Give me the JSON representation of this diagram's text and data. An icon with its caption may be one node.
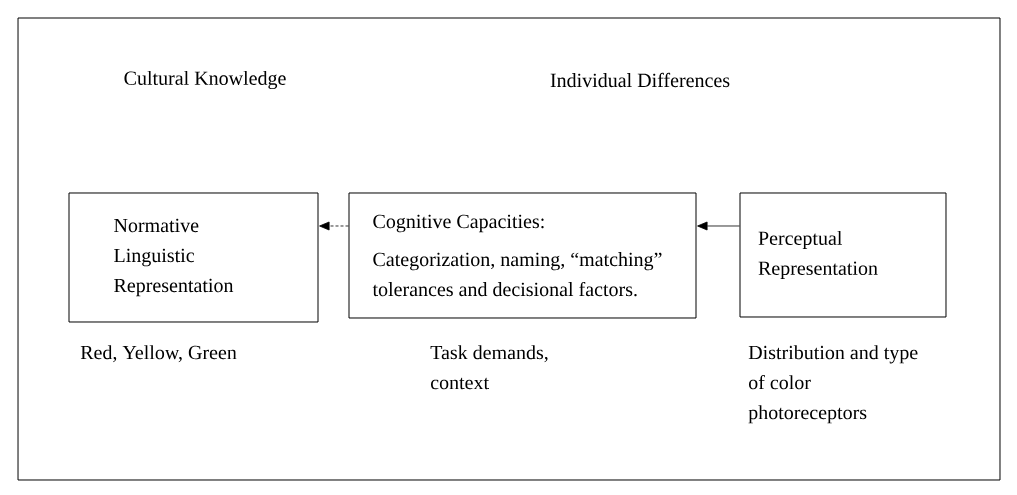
{
  "diagram": {
    "nodes": [
      {
        "text": [
          "Normative Linguistic Representation"
        ],
        "beside": [
          "Red, Yellow, Green"
        ]
      },
      {
        "text": [
          "Cognitive Capacities:",
          "Categorization, naming, “matching” tolerances and decisional factors."
        ],
        "beside": [
          "Task demands, context"
        ]
      },
      {
        "text": [
          "Perceptual Representation"
        ],
        "beside": [
          "Distribution and type of color photoreceptors"
        ]
      }
    ],
    "edges": [
      {
        "from": 1,
        "to": 0,
        "arrow": "to",
        "style": "dashed"
      },
      {
        "from": 2,
        "to": 1,
        "arrow": "to"
      }
    ],
    "labels": [
      "Cultural Knowledge",
      "Individual Differences"
    ]
  }
}
